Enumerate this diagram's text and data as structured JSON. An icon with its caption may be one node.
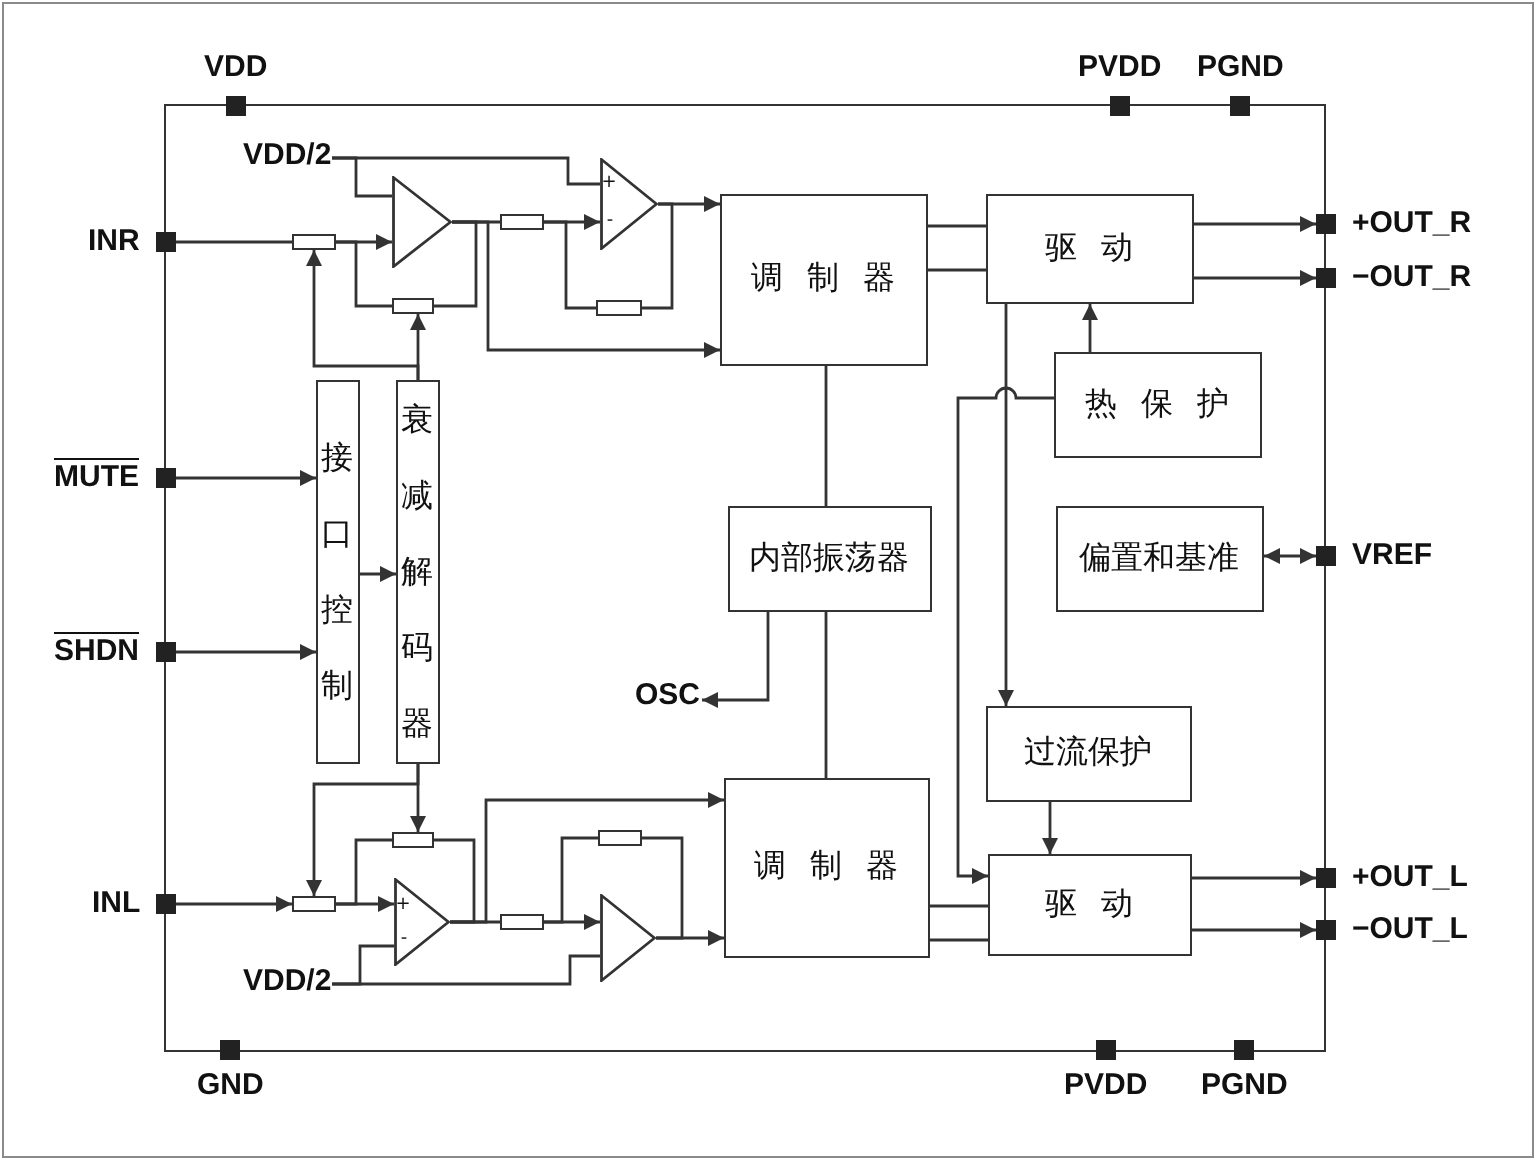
{
  "diagram": {
    "nodes": [
      {
        "text": [],
        "shape": "box"
      },
      {
        "text": [
          "VDD"
        ]
      },
      {
        "text": [
          "PVDD"
        ]
      },
      {
        "text": [
          "PGND"
        ]
      },
      {
        "text": [
          "INR"
        ]
      },
      {
        "text": [
          "MUTE"
        ]
      },
      {
        "text": [
          "SHDN"
        ]
      },
      {
        "text": [
          "INL"
        ]
      },
      {
        "text": [
          "GND"
        ]
      },
      {
        "text": [
          "PVDD"
        ]
      },
      {
        "text": [
          "PGND"
        ]
      },
      {
        "text": [
          "+OUT_R"
        ]
      },
      {
        "text": [
          "−OUT_R"
        ]
      },
      {
        "text": [
          "VREF"
        ]
      },
      {
        "text": [
          "+OUT_L"
        ]
      },
      {
        "text": [
          "−OUT_L"
        ]
      },
      {
        "text": [
          "VDD/2"
        ],
        "in": 0
      },
      {
        "text": [],
        "shape": "triangle",
        "in": 0
      },
      {
        "text": [
          "+",
          "-"
        ],
        "in": 0
      },
      {
        "text": [],
        "shape": "resistor",
        "in": 0
      },
      {
        "text": [],
        "shape": "resistor",
        "in": 0
      },
      {
        "text": [],
        "shape": "resistor",
        "in": 0
      },
      {
        "text": [],
        "shape": "resistor",
        "in": 0
      },
      {
        "text": [
          "调 制 器"
        ],
        "in": 0
      },
      {
        "text": [
          "驱 动"
        ],
        "in": 0
      },
      {
        "text": [
          "热 保 护"
        ],
        "in": 0
      },
      {
        "text": [
          "接口控制"
        ],
        "in": 0
      },
      {
        "text": [
          "衰减解码器"
        ],
        "in": 0
      },
      {
        "text": [
          "内部振荡器"
        ],
        "in": 0
      },
      {
        "text": [
          "偏置和基准"
        ],
        "in": 0
      },
      {
        "text": [
          "OSC"
        ],
        "in": 0
      },
      {
        "text": [
          "过流保护"
        ],
        "in": 0
      },
      {
        "text": [
          "VDD/2"
        ],
        "in": 0
      },
      {
        "text": [
          "+",
          "-"
        ],
        "in": 0
      },
      {
        "text": [],
        "shape": "triangle",
        "in": 0
      },
      {
        "text": [],
        "shape": "resistor",
        "in": 0
      },
      {
        "text": [],
        "shape": "resistor",
        "in": 0
      },
      {
        "text": [],
        "shape": "resistor",
        "in": 0
      },
      {
        "text": [],
        "shape": "resistor",
        "in": 0
      },
      {
        "text": [
          "调 制 器"
        ],
        "in": 0
      },
      {
        "text": [
          "驱 动"
        ],
        "in": 0
      }
    ],
    "edges": [
      {
        "from": 4,
        "to": 19,
        "arrow": "none"
      },
      {
        "from": 19,
        "to": 17,
        "arrow": "to"
      },
      {
        "from": 19,
        "to": 20,
        "arrow": "none"
      },
      {
        "from": 16,
        "to": 17,
        "arrow": "none"
      },
      {
        "from": 16,
        "to": 18,
        "arrow": "none"
      },
      {
        "from": 17,
        "to": 21,
        "arrow": "none"
      },
      {
        "from": 17,
        "to": 20,
        "arrow": "none"
      },
      {
        "from": 17,
        "to": 23,
        "arrow": "to"
      },
      {
        "from": 21,
        "to": 18,
        "arrow": "to"
      },
      {
        "from": 21,
        "to": 22,
        "arrow": "none"
      },
      {
        "from": 18,
        "to": 22,
        "arrow": "none"
      },
      {
        "from": 18,
        "to": 23,
        "arrow": "to"
      },
      {
        "from": 23,
        "to": 24,
        "arrow": "none"
      },
      {
        "from": 23,
        "to": 24,
        "arrow": "none"
      },
      {
        "from": 24,
        "to": 11,
        "arrow": "to"
      },
      {
        "from": 24,
        "to": 12,
        "arrow": "to"
      },
      {
        "from": 25,
        "to": 24,
        "arrow": "to"
      },
      {
        "from": 25,
        "to": 40,
        "arrow": "to"
      },
      {
        "from": 24,
        "to": 31,
        "arrow": "to"
      },
      {
        "from": 31,
        "to": 40,
        "arrow": "to"
      },
      {
        "from": 28,
        "to": 23,
        "arrow": "none"
      },
      {
        "from": 28,
        "to": 39,
        "arrow": "none"
      },
      {
        "from": 28,
        "to": 30,
        "arrow": "to"
      },
      {
        "from": 29,
        "to": 13,
        "arrow": "both"
      },
      {
        "from": 5,
        "to": 26,
        "arrow": "to"
      },
      {
        "from": 6,
        "to": 26,
        "arrow": "to"
      },
      {
        "from": 26,
        "to": 27,
        "arrow": "to"
      },
      {
        "from": 27,
        "to": 19,
        "arrow": "to"
      },
      {
        "from": 27,
        "to": 20,
        "arrow": "to"
      },
      {
        "from": 27,
        "to": 35,
        "arrow": "to"
      },
      {
        "from": 27,
        "to": 36,
        "arrow": "to"
      },
      {
        "from": 7,
        "to": 35,
        "arrow": "to"
      },
      {
        "from": 35,
        "to": 33,
        "arrow": "to"
      },
      {
        "from": 35,
        "to": 36,
        "arrow": "none"
      },
      {
        "from": 33,
        "to": 36,
        "arrow": "none"
      },
      {
        "from": 32,
        "to": 33,
        "arrow": "none"
      },
      {
        "from": 32,
        "to": 34,
        "arrow": "none"
      },
      {
        "from": 33,
        "to": 37,
        "arrow": "none"
      },
      {
        "from": 33,
        "to": 39,
        "arrow": "to"
      },
      {
        "from": 37,
        "to": 34,
        "arrow": "to"
      },
      {
        "from": 37,
        "to": 38,
        "arrow": "none"
      },
      {
        "from": 34,
        "to": 38,
        "arrow": "none"
      },
      {
        "from": 34,
        "to": 39,
        "arrow": "to"
      },
      {
        "from": 39,
        "to": 40,
        "arrow": "none"
      },
      {
        "from": 39,
        "to": 40,
        "arrow": "none"
      },
      {
        "from": 40,
        "to": 14,
        "arrow": "to"
      },
      {
        "from": 40,
        "to": 15,
        "arrow": "to"
      }
    ]
  }
}
